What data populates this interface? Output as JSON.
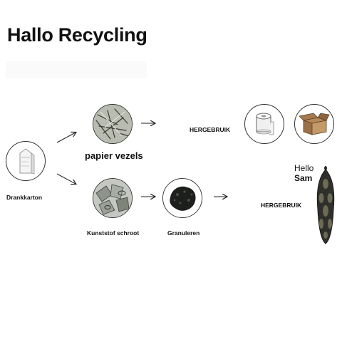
{
  "title": "Hallo Recycling",
  "labels": {
    "drankkarton": "Drankkarton",
    "papier_vezels": "papier vezels",
    "kunststof_schroot": "Kunststof schroot",
    "granuleren": "Granuleren",
    "hergebruik_top": "HERGEBRUIK",
    "hergebruik_bottom": "HERGEBRUIK"
  },
  "product": {
    "line1": "Hello",
    "line2": "Sam"
  },
  "icons": {
    "carton": "milk-carton-icon",
    "paper_fibers": "paper-fibers-icon",
    "plastic_scrap": "plastic-scrap-icon",
    "granulate": "granulate-icon",
    "toilet_roll": "toilet-roll-icon",
    "cardboard_box": "cardboard-box-icon",
    "product": "hello-sam-product-icon"
  }
}
